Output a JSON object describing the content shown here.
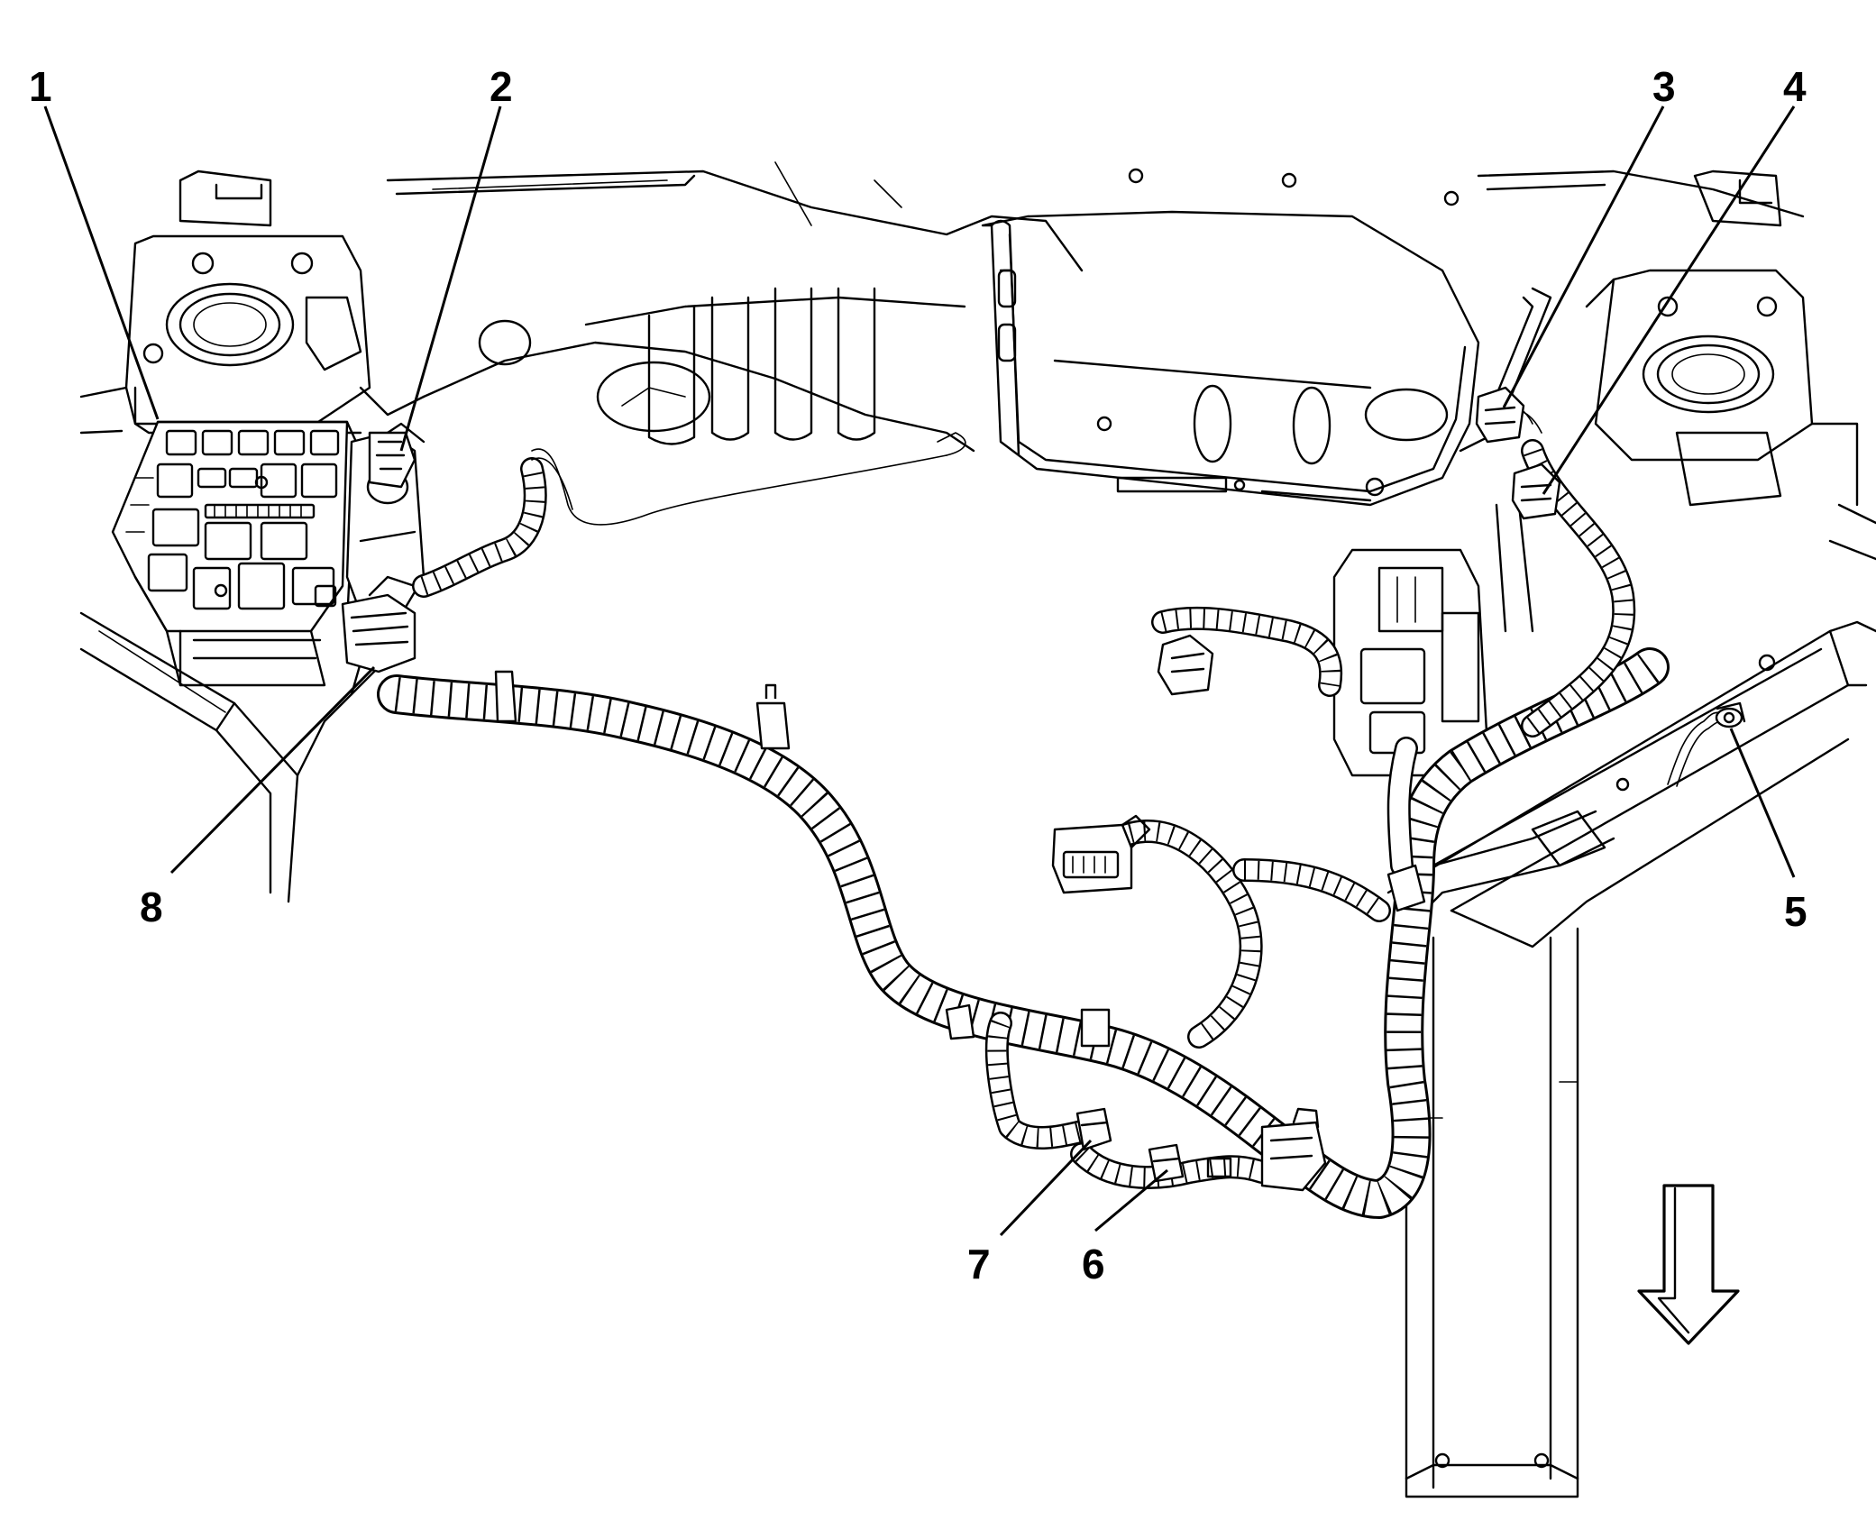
{
  "callouts": [
    {
      "id": "1",
      "label": "1"
    },
    {
      "id": "2",
      "label": "2"
    },
    {
      "id": "3",
      "label": "3"
    },
    {
      "id": "4",
      "label": "4"
    },
    {
      "id": "5",
      "label": "5"
    },
    {
      "id": "6",
      "label": "6"
    },
    {
      "id": "7",
      "label": "7"
    },
    {
      "id": "8",
      "label": "8"
    }
  ],
  "direction_arrow": {
    "direction": "down",
    "icon": "down-arrow-icon"
  }
}
